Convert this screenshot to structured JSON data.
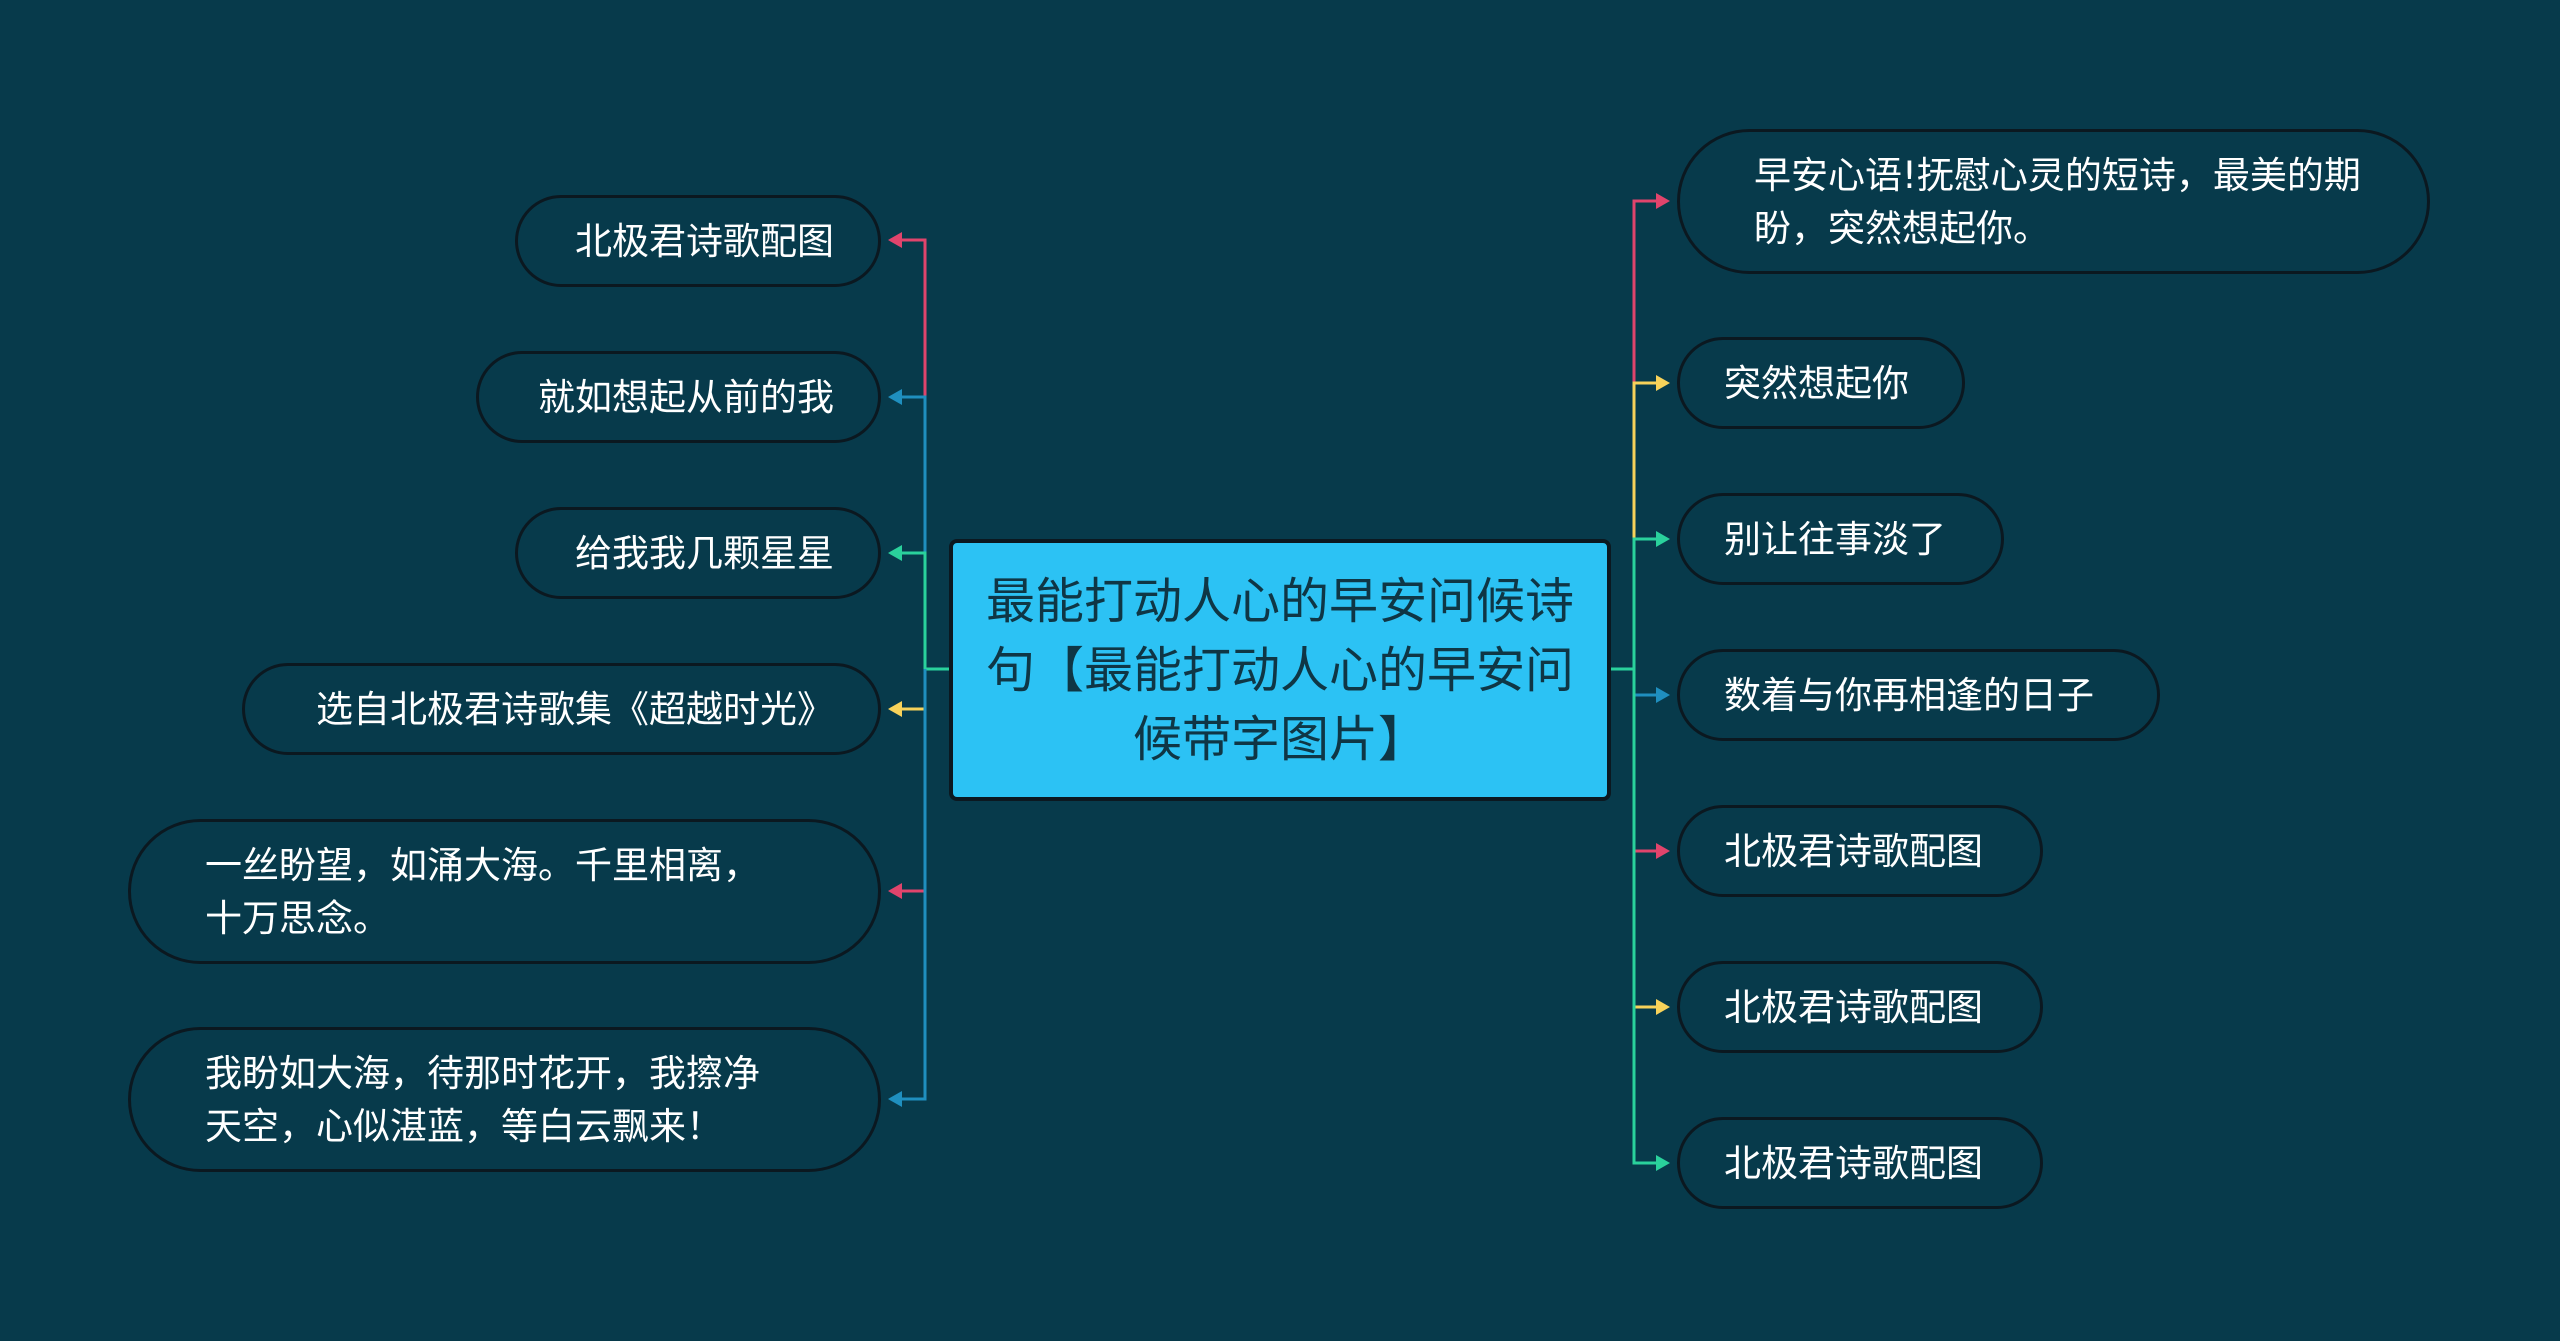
{
  "central": {
    "title": "最能打动人心的早安问候诗句【最能打动人心的早安问候带字图片】",
    "color": "#2cc2f4"
  },
  "left_nodes": [
    {
      "text": "北极君诗歌配图",
      "color": "#e0446c"
    },
    {
      "text": "就如想起从前的我",
      "color": "#1f8fbf"
    },
    {
      "text": "给我我几颗星星",
      "color": "#2ad19c"
    },
    {
      "text": "选自北极君诗歌集《超越时光》",
      "color": "#f7d25a"
    },
    {
      "text": "一丝盼望，如涌大海。千里相离，十万思念。",
      "color": "#e0446c"
    },
    {
      "text": "我盼如大海，待那时花开，我擦净天空，心似湛蓝，等白云飘来！",
      "color": "#1f8fbf"
    }
  ],
  "right_nodes": [
    {
      "text": "早安心语!抚慰心灵的短诗，最美的期盼，突然想起你。",
      "color": "#e0446c"
    },
    {
      "text": "突然想起你",
      "color": "#f7d25a"
    },
    {
      "text": "别让往事淡了",
      "color": "#2ad19c"
    },
    {
      "text": "数着与你再相逢的日子",
      "color": "#1f8fbf"
    },
    {
      "text": "北极君诗歌配图",
      "color": "#e0446c"
    },
    {
      "text": "北极君诗歌配图",
      "color": "#f7d25a"
    },
    {
      "text": "北极君诗歌配图",
      "color": "#2ad19c"
    }
  ],
  "colors": {
    "background": "#073a4b",
    "border": "#0b1820",
    "text": "#ffffff"
  }
}
